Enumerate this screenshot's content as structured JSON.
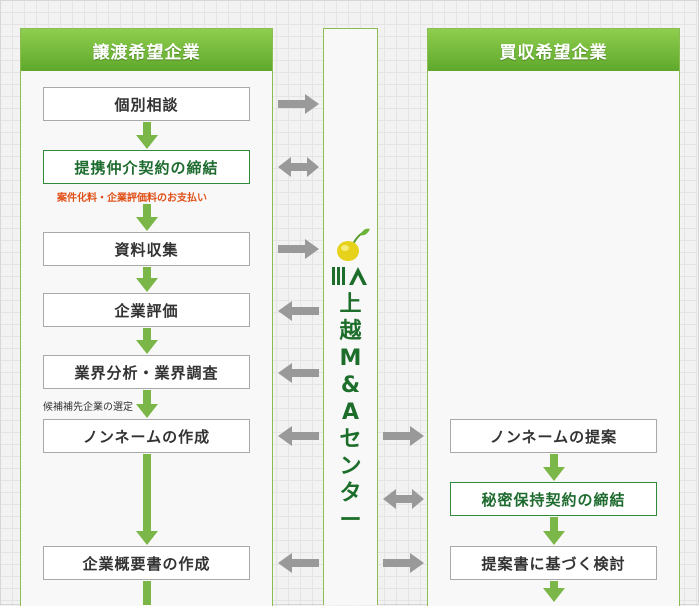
{
  "left_panel": {
    "title": "譲渡希望企業"
  },
  "right_panel": {
    "title": "買収希望企業"
  },
  "center": {
    "name_chars": [
      "上",
      "越",
      "M",
      "&",
      "A",
      "セ",
      "ン",
      "タ",
      "ー"
    ],
    "logo_text": "MA"
  },
  "left_steps": [
    {
      "label": "個別相談",
      "style": "normal"
    },
    {
      "label": "提携仲介契約の締結",
      "style": "green"
    },
    {
      "label": "資料収集",
      "style": "normal"
    },
    {
      "label": "企業評価",
      "style": "normal"
    },
    {
      "label": "業界分析・業界調査",
      "style": "normal"
    },
    {
      "label": "ノンネームの作成",
      "style": "normal"
    },
    {
      "label": "企業概要書の作成",
      "style": "normal"
    }
  ],
  "right_steps": [
    {
      "label": "ノンネームの提案",
      "style": "normal"
    },
    {
      "label": "秘密保持契約の締結",
      "style": "green"
    },
    {
      "label": "提案書に基づく検討",
      "style": "normal"
    }
  ],
  "notes": {
    "fee": "案件化料・企業評価料のお支払い",
    "candidate": "候補補先企業の選定"
  },
  "colors": {
    "header_green": "#6cb33a",
    "arrow_green": "#7ab648",
    "arrow_gray": "#999999",
    "brand_green": "#1c6e2a",
    "note_orange": "#e0521a"
  }
}
